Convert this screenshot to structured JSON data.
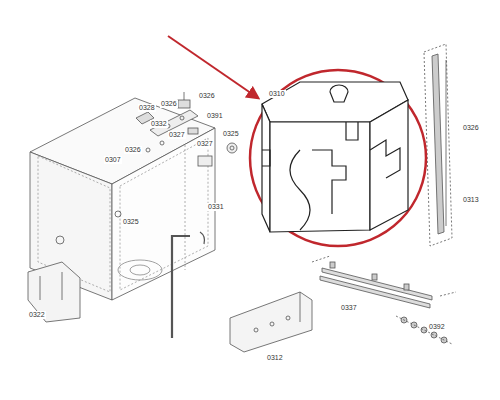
{
  "diagram": {
    "labels": [
      "0328",
      "0326",
      "0326",
      "0391",
      "0332",
      "0327",
      "0307",
      "0326",
      "0327",
      "0325",
      "0331",
      "0325",
      "0322",
      "0312",
      "0337",
      "0392",
      "0326",
      "0313",
      "0310"
    ]
  }
}
